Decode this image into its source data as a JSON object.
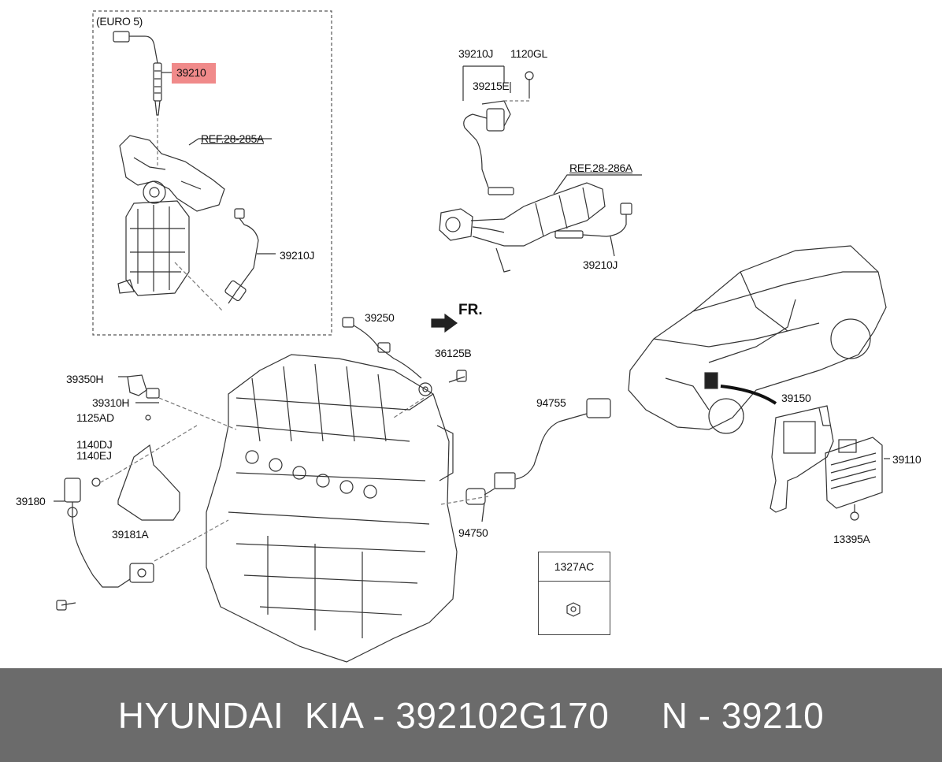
{
  "labels": {
    "euro5": "(EURO 5)",
    "p39210_top": "39210",
    "ref_28_285a": "REF.28-285A",
    "p39210j_left": "39210J",
    "p39210j_top": "39210J",
    "p1120gl": "1120GL",
    "p39215e": "39215E",
    "ref_28_286a": "REF.28-286A",
    "p39210j_right": "39210J",
    "fr": "FR.",
    "p39250": "39250",
    "p36125b": "36125B",
    "p39350h": "39350H",
    "p39310h": "39310H",
    "p1125ad": "1125AD",
    "p1140dj": "1140DJ",
    "p1140ej": "1140EJ",
    "p39180": "39180",
    "p39181a": "39181A",
    "p94755": "94755",
    "p94750": "94750",
    "p39150": "39150",
    "p39110": "39110",
    "p13395a": "13395A",
    "p1327ac": "1327AC"
  },
  "colors": {
    "highlight": "#f08a8a",
    "footer_bg": "#6b6b6b",
    "line": "#333333"
  },
  "footer": {
    "text": "HYUNDAI  KIA - 392102G170     N - 39210"
  }
}
